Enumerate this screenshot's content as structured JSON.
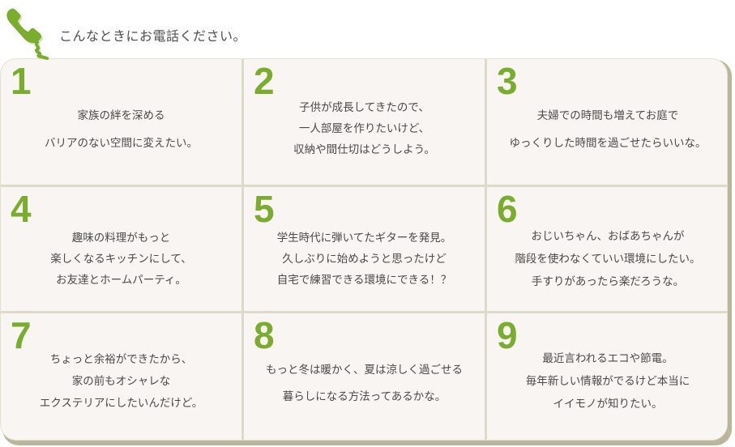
{
  "header": {
    "title": "こんなときにお電話ください。",
    "icon": "phone-icon"
  },
  "colors": {
    "accent_green": "#7aac2e",
    "text_gray": "#4a4a4a",
    "card_bg": "#f8f5f2",
    "grid_line": "#dddacb",
    "card_shadow": "#b9b69b"
  },
  "items": [
    {
      "number": "1",
      "lines": [
        "家族の絆を深める",
        "バリアのない空間に変えたい。"
      ]
    },
    {
      "number": "2",
      "lines": [
        "子供が成長してきたので、",
        "一人部屋を作りたいけど、",
        "収納や間仕切はどうしよう。"
      ]
    },
    {
      "number": "3",
      "lines": [
        "夫婦での時間も増えてお庭で",
        "ゆっくりした時間を過ごせたらいいな。"
      ]
    },
    {
      "number": "4",
      "lines": [
        "趣味の料理がもっと",
        "楽しくなるキッチンにして、",
        "お友達とホームパーティ。"
      ]
    },
    {
      "number": "5",
      "lines": [
        "学生時代に弾いてたギターを発見。",
        "久しぶりに始めようと思ったけど",
        "自宅で練習できる環境にできる！？"
      ]
    },
    {
      "number": "6",
      "lines": [
        "おじいちゃん、おばあちゃんが",
        "階段を使わなくていい環境にしたい。",
        "手すりがあったら楽だろうな。"
      ]
    },
    {
      "number": "7",
      "lines": [
        "ちょっと余裕ができたから、",
        "家の前もオシャレな",
        "エクステリアにしたいんだけど。"
      ]
    },
    {
      "number": "8",
      "lines": [
        "もっと冬は暖かく、夏は涼しく過ごせる",
        "暮らしになる方法ってあるかな。"
      ]
    },
    {
      "number": "9",
      "lines": [
        "最近言われるエコや節電。",
        "毎年新しい情報がでるけど本当に",
        "イイモノが知りたい。"
      ]
    }
  ]
}
